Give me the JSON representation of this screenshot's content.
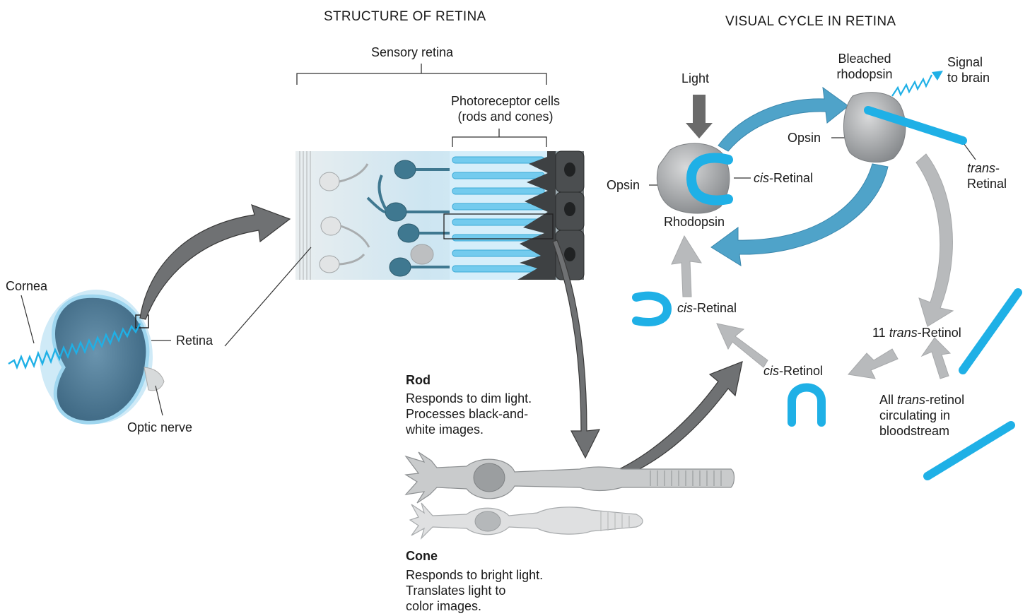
{
  "headings": {
    "structure": "STRUCTURE OF RETINA",
    "cycle": "VISUAL CYCLE IN RETINA"
  },
  "labels": {
    "sensory_retina": "Sensory retina",
    "photoreceptor_1": "Photoreceptor cells",
    "photoreceptor_2": "(rods and cones)",
    "cornea": "Cornea",
    "retina": "Retina",
    "optic_nerve": "Optic nerve",
    "rod_title": "Rod",
    "rod_desc_1": "Responds to dim light.",
    "rod_desc_2": "Processes black-and-",
    "rod_desc_3": "white images.",
    "cone_title": "Cone",
    "cone_desc_1": "Responds to bright light.",
    "cone_desc_2": "Translates light to",
    "cone_desc_3": "color images.",
    "light": "Light",
    "opsin_left": "Opsin",
    "cis_prefix": "cis",
    "retinal_suffix": "-Retinal",
    "rhodopsin": "Rhodopsin",
    "bleached_1": "Bleached",
    "bleached_2": "rhodopsin",
    "signal_1": "Signal",
    "signal_2": "to brain",
    "opsin_right": "Opsin",
    "trans_prefix": "trans",
    "trans_dash": "-",
    "trans_retinal_2": "Retinal",
    "retinol_suffix": "-Retinol",
    "eleven_prefix": "11 ",
    "all_prefix": "All ",
    "retinol_lower": "-retinol",
    "circulating": "circulating in",
    "bloodstream": "bloodstream"
  },
  "colors": {
    "retinal_blue": "#1fb0e6",
    "cycle_arrow_blue": "#4fa3c9",
    "grey_arrow": "#b8babc",
    "dark_arrow": "#6a6a6a",
    "protein_grey": "#9ea0a2",
    "retina_tissue": "#cfe6f2",
    "eye_blue": "#4d7a96"
  },
  "icons": {
    "light_wave": "zigzag-wave-icon",
    "down_arrow": "down-arrow-icon"
  }
}
